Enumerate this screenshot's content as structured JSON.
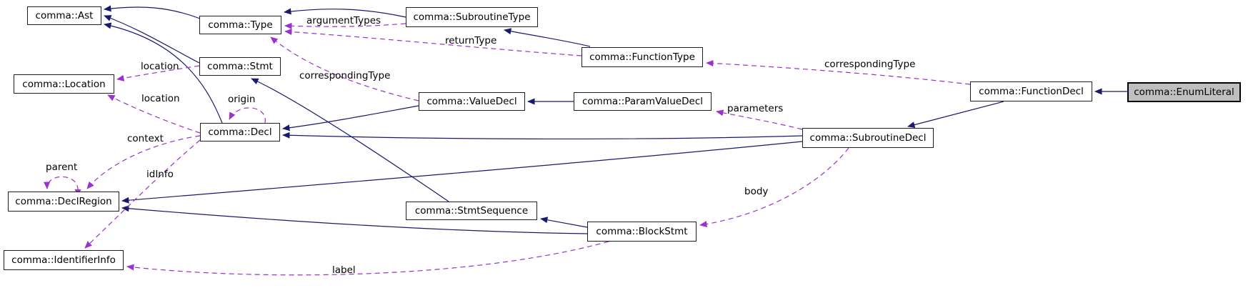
{
  "diagram": {
    "kind": "collaboration-graph",
    "highlighted_node": "comma::EnumLiteral",
    "colors": {
      "inheritance_edge": "#191970",
      "usage_edge": "#9a32cd",
      "node_background": "#ffffff",
      "node_border": "#1f1f1f",
      "highlight_background": "#bfbfbf",
      "text": "#000000"
    },
    "nodes": [
      {
        "label": "comma::Ast"
      },
      {
        "label": "comma::Type"
      },
      {
        "label": "comma::SubroutineType"
      },
      {
        "label": "comma::FunctionType"
      },
      {
        "label": "comma::Location"
      },
      {
        "label": "comma::Stmt"
      },
      {
        "label": "comma::ValueDecl"
      },
      {
        "label": "comma::ParamValueDecl"
      },
      {
        "label": "comma::Decl"
      },
      {
        "label": "comma::FunctionDecl"
      },
      {
        "label": "comma::EnumLiteral"
      },
      {
        "label": "comma::SubroutineDecl"
      },
      {
        "label": "comma::DeclRegion"
      },
      {
        "label": "comma::StmtSequence"
      },
      {
        "label": "comma::BlockStmt"
      },
      {
        "label": "comma::IdentifierInfo"
      }
    ],
    "inheritance_edges": [
      {
        "from": "comma::Type",
        "to": "comma::Ast"
      },
      {
        "from": "comma::Stmt",
        "to": "comma::Ast"
      },
      {
        "from": "comma::Decl",
        "to": "comma::Ast"
      },
      {
        "from": "comma::SubroutineType",
        "to": "comma::Type"
      },
      {
        "from": "comma::FunctionType",
        "to": "comma::SubroutineType"
      },
      {
        "from": "comma::ParamValueDecl",
        "to": "comma::ValueDecl"
      },
      {
        "from": "comma::ValueDecl",
        "to": "comma::Decl"
      },
      {
        "from": "comma::SubroutineDecl",
        "to": "comma::Decl"
      },
      {
        "from": "comma::SubroutineDecl",
        "to": "comma::DeclRegion"
      },
      {
        "from": "comma::FunctionDecl",
        "to": "comma::SubroutineDecl"
      },
      {
        "from": "comma::EnumLiteral",
        "to": "comma::FunctionDecl"
      },
      {
        "from": "comma::StmtSequence",
        "to": "comma::Stmt"
      },
      {
        "from": "comma::BlockStmt",
        "to": "comma::StmtSequence"
      },
      {
        "from": "comma::BlockStmt",
        "to": "comma::DeclRegion"
      }
    ],
    "usage_edges": [
      {
        "from": "comma::Stmt",
        "to": "comma::Location",
        "label": "location"
      },
      {
        "from": "comma::Decl",
        "to": "comma::Location",
        "label": "location"
      },
      {
        "from": "comma::Decl",
        "to": "comma::Decl",
        "label": "origin"
      },
      {
        "from": "comma::Decl",
        "to": "comma::DeclRegion",
        "label": "context"
      },
      {
        "from": "comma::DeclRegion",
        "to": "comma::DeclRegion",
        "label": "parent"
      },
      {
        "from": "comma::Decl",
        "to": "comma::IdentifierInfo",
        "label": "idInfo"
      },
      {
        "from": "comma::SubroutineType",
        "to": "comma::Type",
        "label": "argumentTypes"
      },
      {
        "from": "comma::ValueDecl",
        "to": "comma::Type",
        "label": "correspondingType"
      },
      {
        "from": "comma::FunctionType",
        "to": "comma::Type",
        "label": "returnType"
      },
      {
        "from": "comma::FunctionDecl",
        "to": "comma::FunctionType",
        "label": "correspondingType"
      },
      {
        "from": "comma::SubroutineDecl",
        "to": "comma::ParamValueDecl",
        "label": "parameters"
      },
      {
        "from": "comma::SubroutineDecl",
        "to": "comma::BlockStmt",
        "label": "body"
      },
      {
        "from": "comma::BlockStmt",
        "to": "comma::IdentifierInfo",
        "label": "label"
      }
    ]
  }
}
